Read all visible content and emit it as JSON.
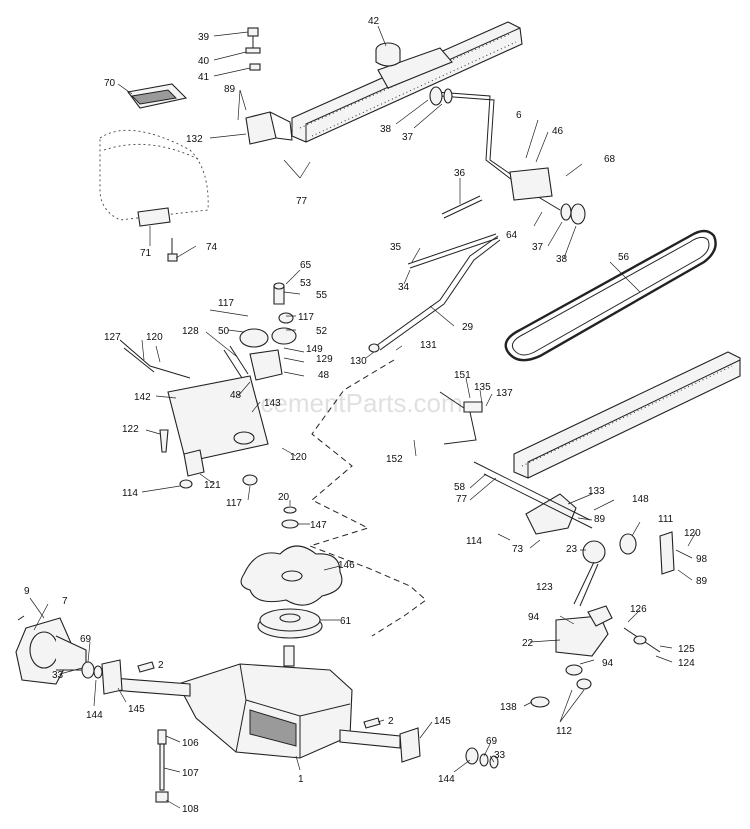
{
  "watermark": "eReplacementParts.com",
  "callouts": [
    {
      "id": "c39",
      "text": "39"
    },
    {
      "id": "c40",
      "text": "40"
    },
    {
      "id": "c41",
      "text": "41"
    },
    {
      "id": "c42",
      "text": "42"
    },
    {
      "id": "c70",
      "text": "70"
    },
    {
      "id": "c89a",
      "text": "89"
    },
    {
      "id": "c132",
      "text": "132"
    },
    {
      "id": "c38a",
      "text": "38"
    },
    {
      "id": "c37a",
      "text": "37"
    },
    {
      "id": "c6",
      "text": "6"
    },
    {
      "id": "c46",
      "text": "46"
    },
    {
      "id": "c68",
      "text": "68"
    },
    {
      "id": "c77a",
      "text": "77"
    },
    {
      "id": "c36",
      "text": "36"
    },
    {
      "id": "c71",
      "text": "71"
    },
    {
      "id": "c74",
      "text": "74"
    },
    {
      "id": "c64",
      "text": "64"
    },
    {
      "id": "c37b",
      "text": "37"
    },
    {
      "id": "c38b",
      "text": "38"
    },
    {
      "id": "c56",
      "text": "56"
    },
    {
      "id": "c35",
      "text": "35"
    },
    {
      "id": "c34",
      "text": "34"
    },
    {
      "id": "c65",
      "text": "65"
    },
    {
      "id": "c53",
      "text": "53"
    },
    {
      "id": "c55",
      "text": "55"
    },
    {
      "id": "c117a",
      "text": "117"
    },
    {
      "id": "c117b",
      "text": "117"
    },
    {
      "id": "c50",
      "text": "50"
    },
    {
      "id": "c52",
      "text": "52"
    },
    {
      "id": "c127",
      "text": "127"
    },
    {
      "id": "c120a",
      "text": "120"
    },
    {
      "id": "c128",
      "text": "128"
    },
    {
      "id": "c149",
      "text": "149"
    },
    {
      "id": "c129",
      "text": "129"
    },
    {
      "id": "c48a",
      "text": "48"
    },
    {
      "id": "c29",
      "text": "29"
    },
    {
      "id": "c130",
      "text": "130"
    },
    {
      "id": "c131",
      "text": "131"
    },
    {
      "id": "c142",
      "text": "142"
    },
    {
      "id": "c48b",
      "text": "48"
    },
    {
      "id": "c143",
      "text": "143"
    },
    {
      "id": "c151",
      "text": "151"
    },
    {
      "id": "c135",
      "text": "135"
    },
    {
      "id": "c137",
      "text": "137"
    },
    {
      "id": "c122",
      "text": "122"
    },
    {
      "id": "c120b",
      "text": "120"
    },
    {
      "id": "c152",
      "text": "152"
    },
    {
      "id": "c114a",
      "text": "114"
    },
    {
      "id": "c121",
      "text": "121"
    },
    {
      "id": "c117c",
      "text": "117"
    },
    {
      "id": "c58",
      "text": "58"
    },
    {
      "id": "c77b",
      "text": "77"
    },
    {
      "id": "c133",
      "text": "133"
    },
    {
      "id": "c20",
      "text": "20"
    },
    {
      "id": "c147",
      "text": "147"
    },
    {
      "id": "c148",
      "text": "148"
    },
    {
      "id": "c111",
      "text": "111"
    },
    {
      "id": "c89b",
      "text": "89"
    },
    {
      "id": "c114b",
      "text": "114"
    },
    {
      "id": "c73",
      "text": "73"
    },
    {
      "id": "c23",
      "text": "23"
    },
    {
      "id": "c120c",
      "text": "120"
    },
    {
      "id": "c98",
      "text": "98"
    },
    {
      "id": "c89c",
      "text": "89"
    },
    {
      "id": "c146",
      "text": "146"
    },
    {
      "id": "c123",
      "text": "123"
    },
    {
      "id": "c9",
      "text": "9"
    },
    {
      "id": "c7",
      "text": "7"
    },
    {
      "id": "c61",
      "text": "61"
    },
    {
      "id": "c94a",
      "text": "94"
    },
    {
      "id": "c126",
      "text": "126"
    },
    {
      "id": "c69a",
      "text": "69"
    },
    {
      "id": "c2a",
      "text": "2"
    },
    {
      "id": "c22",
      "text": "22"
    },
    {
      "id": "c125",
      "text": "125"
    },
    {
      "id": "c124",
      "text": "124"
    },
    {
      "id": "c94b",
      "text": "94"
    },
    {
      "id": "c33a",
      "text": "33"
    },
    {
      "id": "c144a",
      "text": "144"
    },
    {
      "id": "c145a",
      "text": "145"
    },
    {
      "id": "c138",
      "text": "138"
    },
    {
      "id": "c112",
      "text": "112"
    },
    {
      "id": "c2b",
      "text": "2"
    },
    {
      "id": "c145b",
      "text": "145"
    },
    {
      "id": "c106",
      "text": "106"
    },
    {
      "id": "c107",
      "text": "107"
    },
    {
      "id": "c69b",
      "text": "69"
    },
    {
      "id": "c33b",
      "text": "33"
    },
    {
      "id": "c1",
      "text": "1"
    },
    {
      "id": "c144b",
      "text": "144"
    },
    {
      "id": "c108",
      "text": "108"
    }
  ]
}
